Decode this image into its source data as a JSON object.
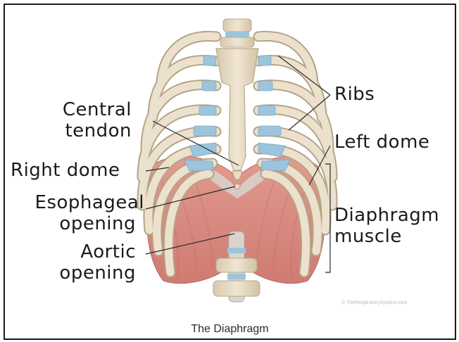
{
  "labels": {
    "ribs": "Ribs",
    "central_tendon_line1": "Central",
    "central_tendon_line2": "tendon",
    "left_dome": "Left dome",
    "right_dome": "Right dome",
    "esophageal_line1": "Esophageal",
    "esophageal_line2": "opening",
    "diaphragm_line1": "Diaphragm",
    "diaphragm_line2": "muscle",
    "aortic_line1": "Aortic",
    "aortic_line2": "opening"
  },
  "caption": "The Diaphragm",
  "watermark": "© TheRespiratorySystem.com",
  "colors": {
    "bone": "#e8dcc6",
    "bone_shadow": "#b9a98d",
    "cartilage": "#9cc5dd",
    "muscle": "#d98a80",
    "muscle_dark": "#b5645e",
    "leader": "#2a2a2a"
  }
}
